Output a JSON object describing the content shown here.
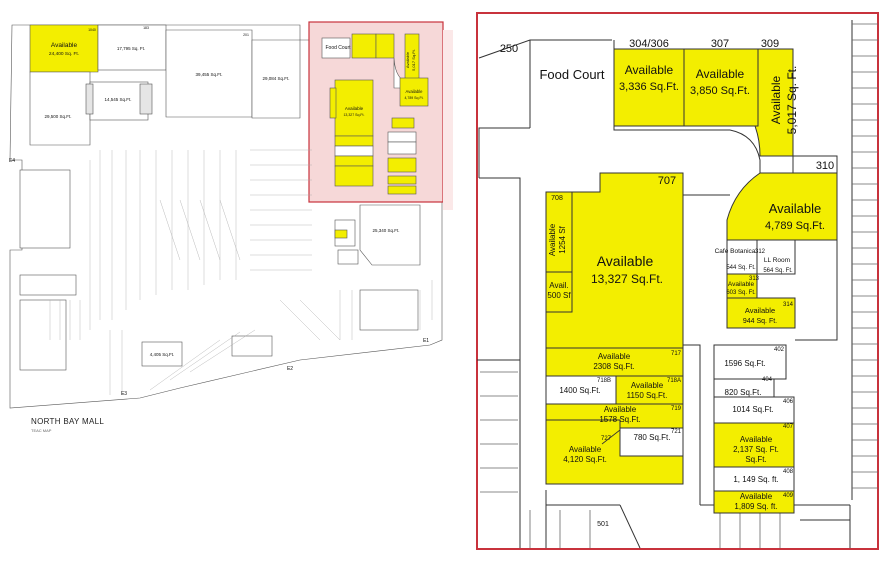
{
  "colors": {
    "available": "#f3ee00",
    "line": "#333333",
    "frame": "#c8323c",
    "highlight": "#f6d8d8",
    "grey": "#d9d9d9"
  },
  "overview": {
    "title": "NORTH BAY MALL",
    "subtitle": "TEAC    MAP",
    "entrances": [
      "E4",
      "E1",
      "E2",
      "E3"
    ],
    "spaces": [
      {
        "avail": "Available",
        "size": "24,400 Sq. Ft.",
        "num": "1040"
      },
      {
        "size": "17,795 Sq. Ft.",
        "num": "183"
      },
      {
        "size": "39,455 Sq.Ft.",
        "num": "201"
      },
      {
        "size": "29,084 Sq.Ft."
      },
      {
        "size": "29,500 Sq.Ft."
      },
      {
        "size": "14,545 Sq.Ft."
      },
      {
        "size": "25,340 Sq.Ft."
      },
      {
        "size": "4,405 Sq.Ft."
      },
      {
        "label": "Food Court"
      },
      {
        "avail": "Available",
        "size": "13,327 Sq.Ft."
      },
      {
        "avail": "Available",
        "size": "4,789 Sq.Ft."
      },
      {
        "avail": "Available",
        "size": "5,017 Sq.Ft."
      }
    ]
  },
  "detail": {
    "food_court": "Food Court",
    "units": [
      {
        "num": "250"
      },
      {
        "num": "304/306",
        "avail": "Available",
        "size": "3,336 Sq.Ft."
      },
      {
        "num": "307",
        "avail": "Available",
        "size": "3,850 Sq.Ft."
      },
      {
        "num": "309",
        "avail": "Available",
        "size": "5,017 Sq. Ft."
      },
      {
        "num": "310",
        "avail": "Available",
        "size": "4,789 Sq.Ft."
      },
      {
        "num": "707",
        "avail": "Available",
        "size": "13,327 Sq.Ft."
      },
      {
        "num": "708",
        "avail": "Available",
        "size": "1254 Sf"
      },
      {
        "avail": "Avail.",
        "size": "500 Sf"
      },
      {
        "num": "312",
        "name": "Cafe Botanica",
        "size": "544 Sq. Ft."
      },
      {
        "name": "LL Room",
        "size": "564 Sq. Ft."
      },
      {
        "num": "313",
        "avail": "Available",
        "size": "603 Sq. Ft."
      },
      {
        "num": "314",
        "avail": "Available",
        "size": "944 Sq. Ft."
      },
      {
        "num": "717",
        "avail": "Available",
        "size": "2308 Sq.Ft."
      },
      {
        "num": "718B",
        "size": "1400 Sq.Ft."
      },
      {
        "num": "718A",
        "avail": "Available",
        "size": "1150 Sq.Ft."
      },
      {
        "num": "719",
        "avail": "Available",
        "size": "1578 Sq.Ft."
      },
      {
        "num": "721",
        "size": "780 Sq.Ft."
      },
      {
        "num": "727",
        "avail": "Available",
        "size": "4,120 Sq.Ft."
      },
      {
        "num": "402",
        "size": "1596 Sq.Ft."
      },
      {
        "num": "404",
        "size": "820 Sq.Ft."
      },
      {
        "num": "406",
        "size": "1014 Sq.Ft."
      },
      {
        "num": "407",
        "avail": "Available",
        "size": "2,137 Sq. Ft.",
        "size2": "Sq.Ft."
      },
      {
        "num": "408",
        "size": "1, 149 Sq. ft."
      },
      {
        "num": "409",
        "avail": "Available",
        "size": "1,809 Sq. ft."
      },
      {
        "num": "501"
      }
    ]
  }
}
